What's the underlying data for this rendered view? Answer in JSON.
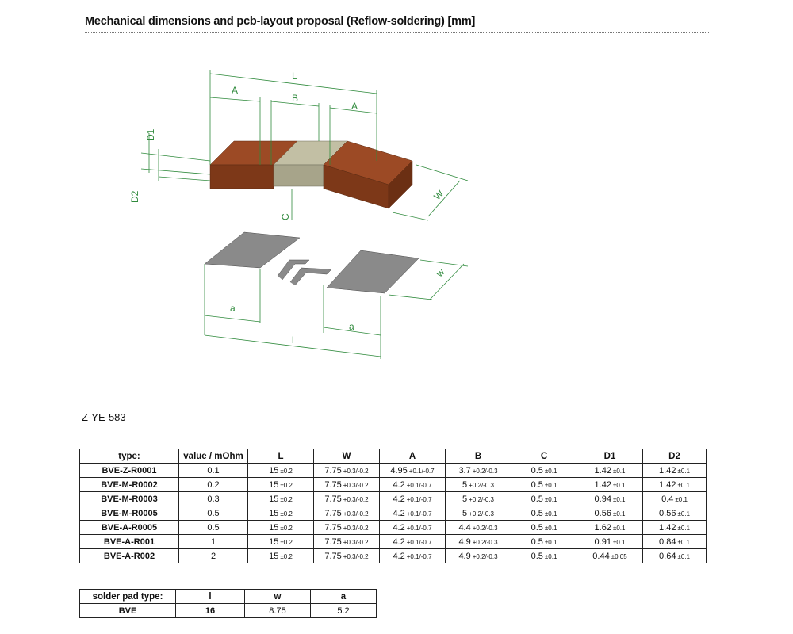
{
  "header": {
    "title": "Mechanical dimensions and pcb-layout proposal (Reflow-soldering) [mm]"
  },
  "drawing": {
    "labels": {
      "L": "L",
      "A": "A",
      "B": "B",
      "W": "W",
      "C": "C",
      "D1": "D1",
      "D2": "D2",
      "l": "l",
      "a": "a",
      "w": "w"
    }
  },
  "figure_ref": "Z-YE-583",
  "dimensions_table": {
    "headers": [
      "type:",
      "value / mOhm",
      "L",
      "W",
      "A",
      "B",
      "C",
      "D1",
      "D2"
    ],
    "rows": [
      {
        "type": "BVE-Z-R0001",
        "value": "0.1",
        "L": "15",
        "L_tol": "±0.2",
        "W": "7.75",
        "W_tol": "+0.3/-0.2",
        "A": "4.95",
        "A_tol": "+0.1/-0.7",
        "B": "3.7",
        "B_tol": "+0.2/-0.3",
        "C": "0.5",
        "C_tol": "±0.1",
        "D1": "1.42",
        "D1_tol": "±0.1",
        "D2": "1.42",
        "D2_tol": "±0.1"
      },
      {
        "type": "BVE-M-R0002",
        "value": "0.2",
        "L": "15",
        "L_tol": "±0.2",
        "W": "7.75",
        "W_tol": "+0.3/-0.2",
        "A": "4.2",
        "A_tol": "+0.1/-0.7",
        "B": "5",
        "B_tol": "+0.2/-0.3",
        "C": "0.5",
        "C_tol": "±0.1",
        "D1": "1.42",
        "D1_tol": "±0.1",
        "D2": "1.42",
        "D2_tol": "±0.1"
      },
      {
        "type": "BVE-M-R0003",
        "value": "0.3",
        "L": "15",
        "L_tol": "±0.2",
        "W": "7.75",
        "W_tol": "+0.3/-0.2",
        "A": "4.2",
        "A_tol": "+0.1/-0.7",
        "B": "5",
        "B_tol": "+0.2/-0.3",
        "C": "0.5",
        "C_tol": "±0.1",
        "D1": "0.94",
        "D1_tol": "±0.1",
        "D2": "0.4",
        "D2_tol": "±0.1"
      },
      {
        "type": "BVE-M-R0005",
        "value": "0.5",
        "L": "15",
        "L_tol": "±0.2",
        "W": "7.75",
        "W_tol": "+0.3/-0.2",
        "A": "4.2",
        "A_tol": "+0.1/-0.7",
        "B": "5",
        "B_tol": "+0.2/-0.3",
        "C": "0.5",
        "C_tol": "±0.1",
        "D1": "0.56",
        "D1_tol": "±0.1",
        "D2": "0.56",
        "D2_tol": "±0.1"
      },
      {
        "type": "BVE-A-R0005",
        "value": "0.5",
        "L": "15",
        "L_tol": "±0.2",
        "W": "7.75",
        "W_tol": "+0.3/-0.2",
        "A": "4.2",
        "A_tol": "+0.1/-0.7",
        "B": "4.4",
        "B_tol": "+0.2/-0.3",
        "C": "0.5",
        "C_tol": "±0.1",
        "D1": "1.62",
        "D1_tol": "±0.1",
        "D2": "1.42",
        "D2_tol": "±0.1"
      },
      {
        "type": "BVE-A-R001",
        "value": "1",
        "L": "15",
        "L_tol": "±0.2",
        "W": "7.75",
        "W_tol": "+0.3/-0.2",
        "A": "4.2",
        "A_tol": "+0.1/-0.7",
        "B": "4.9",
        "B_tol": "+0.2/-0.3",
        "C": "0.5",
        "C_tol": "±0.1",
        "D1": "0.91",
        "D1_tol": "±0.1",
        "D2": "0.84",
        "D2_tol": "±0.1"
      },
      {
        "type": "BVE-A-R002",
        "value": "2",
        "L": "15",
        "L_tol": "±0.2",
        "W": "7.75",
        "W_tol": "+0.3/-0.2",
        "A": "4.2",
        "A_tol": "+0.1/-0.7",
        "B": "4.9",
        "B_tol": "+0.2/-0.3",
        "C": "0.5",
        "C_tol": "±0.1",
        "D1": "0.44",
        "D1_tol": "±0.05",
        "D2": "0.64",
        "D2_tol": "±0.1"
      }
    ]
  },
  "pad_table": {
    "headers": [
      "solder pad type:",
      "l",
      "w",
      "a"
    ],
    "row": {
      "type": "BVE",
      "l": "16",
      "w": "8.75",
      "a": "5.2"
    }
  },
  "colors": {
    "copper": "#8a3f1e",
    "copper_top": "#9c4a25",
    "ceramic": "#b7b49a",
    "pad": "#8a8a8a",
    "dim_green": "#2f8a3c"
  }
}
